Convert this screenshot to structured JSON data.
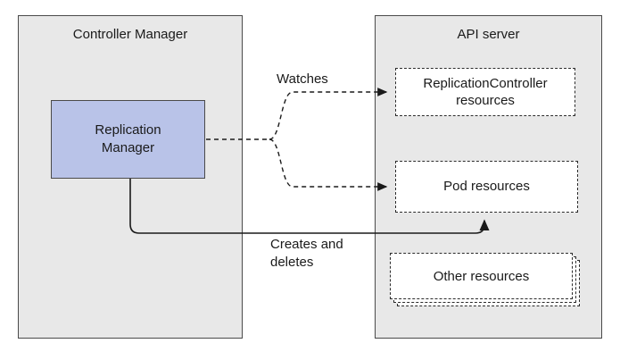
{
  "colors": {
    "panel_fill": "#e8e8e8",
    "panel_border": "#4a4a4a",
    "manager_fill": "#b9c3e8",
    "resource_border": "#2b2b2b",
    "arrow": "#1a1a1a"
  },
  "controller_manager": {
    "title": "Controller Manager"
  },
  "replication_manager": {
    "label": "Replication Manager"
  },
  "api_server": {
    "title": "API server"
  },
  "resources": {
    "replication_controller": {
      "label": "ReplicationController resources"
    },
    "pod": {
      "label": "Pod resources"
    },
    "other": {
      "label": "Other resources"
    }
  },
  "arrow_labels": {
    "watches": "Watches",
    "creates_deletes": "Creates and deletes"
  }
}
